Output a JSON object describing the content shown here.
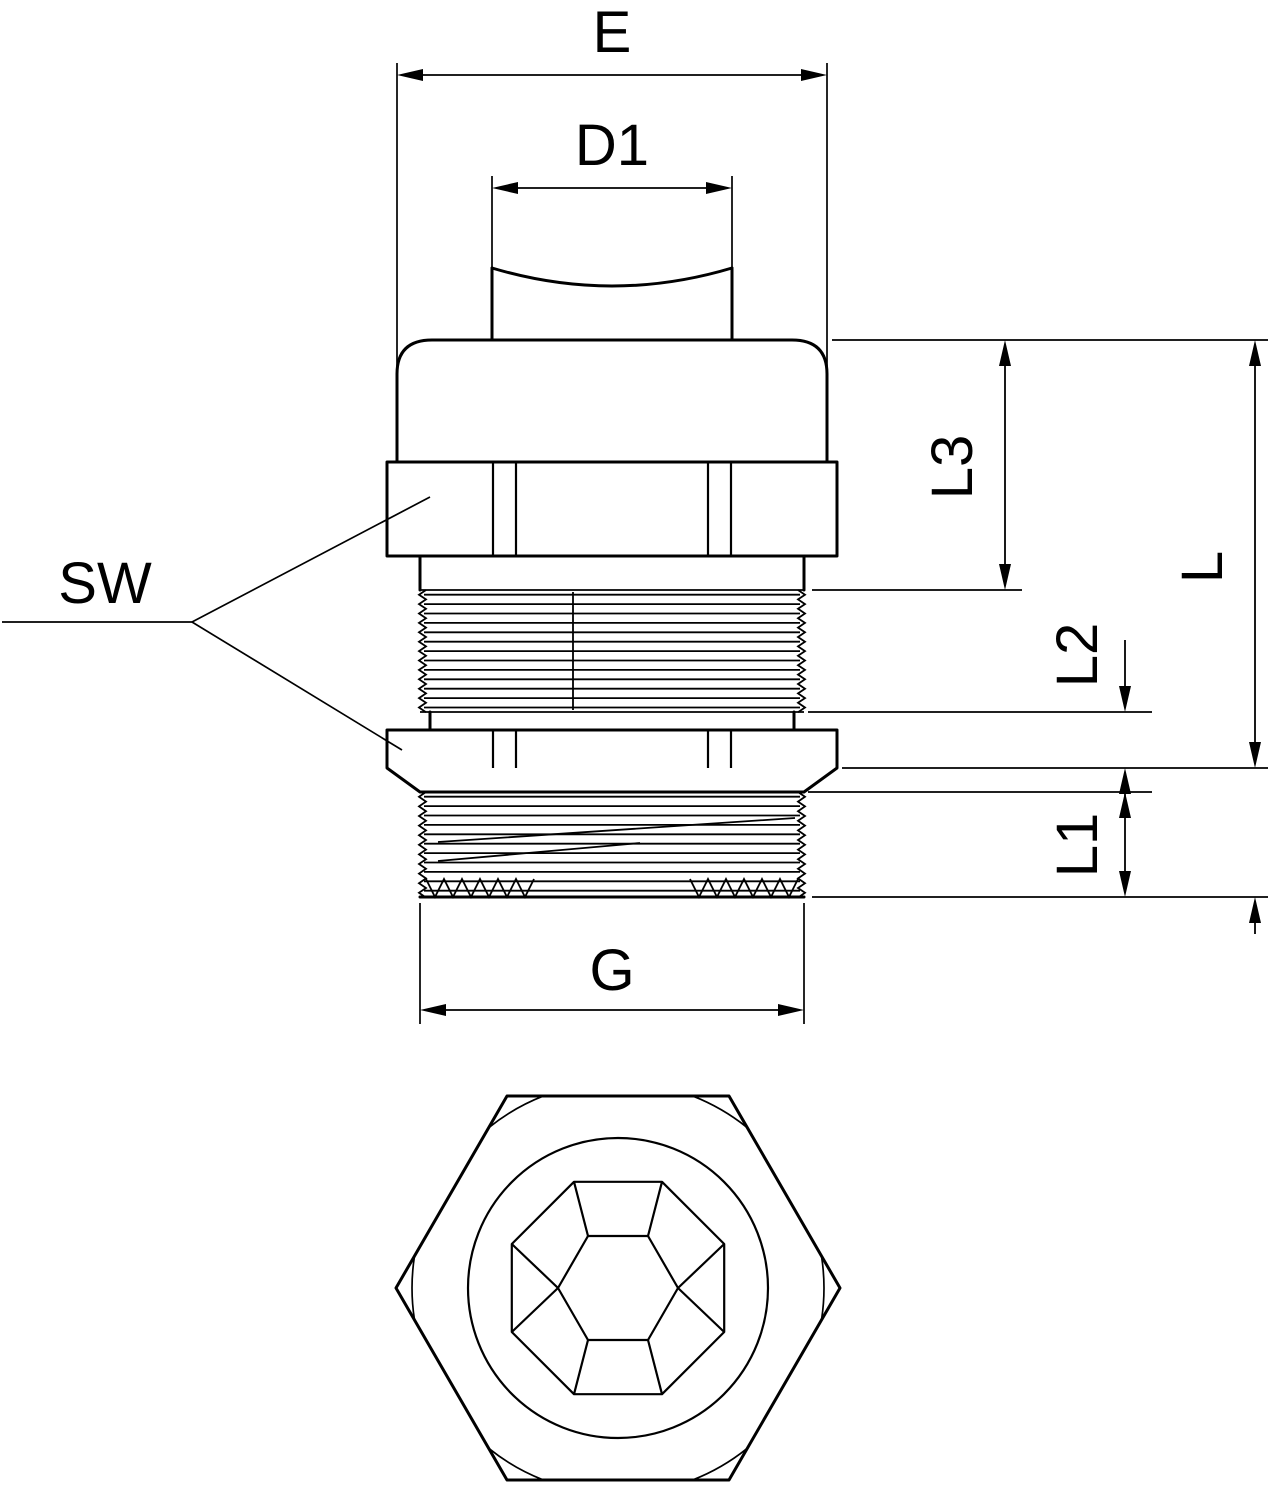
{
  "labels": {
    "e": "E",
    "d1": "D1",
    "sw": "SW",
    "l3": "L3",
    "l": "L",
    "l2": "L2",
    "l1": "L1",
    "g": "G"
  },
  "colors": {
    "line": "#000000",
    "background": "#ffffff"
  }
}
